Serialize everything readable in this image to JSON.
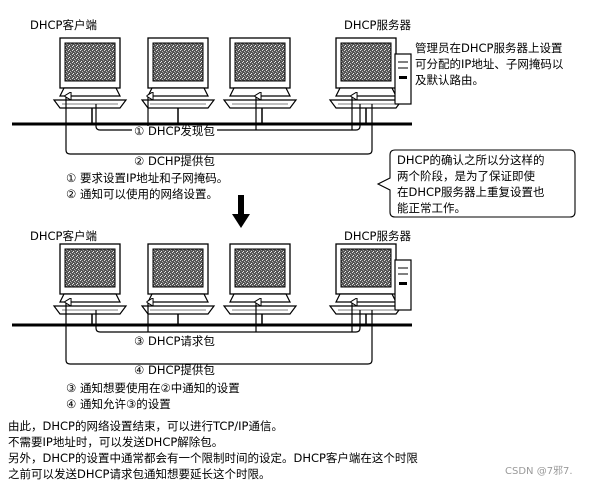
{
  "top": {
    "client_label": "DHCP客户端",
    "server_label": "DHCP服务器",
    "admin_note": [
      "管理员在DHCP服务器上设置",
      "可分配的IP地址、子网掩码以",
      "及默认路由。"
    ],
    "discover_label": "① DHCP发现包",
    "offer_label": "② DCHP提供包",
    "offer_notes": [
      "① 要求设置IP地址和子网掩码。",
      "② 通知可以使用的网络设置。"
    ],
    "callout": [
      "DHCP的确认之所以分这样的",
      "两个阶段，是为了保证即使",
      "在DHCP服务器上重复设置也",
      "能正常工作。"
    ]
  },
  "bottom": {
    "client_label": "DHCP客户端",
    "server_label": "DHCP服务器",
    "request_label": "③ DHCP请求包",
    "ack_label": "④ DHCP提供包",
    "ack_notes": [
      "③ 通知想要使用在②中通知的设置",
      "④ 通知允许③的设置"
    ]
  },
  "footer": [
    "由此，DHCP的网络设置结束，可以进行TCP/IP通信。",
    "不需要IP地址时，可以发送DHCP解除包。",
    "另外，DHCP的设置中通常都会有一个限制时间的设定。DHCP客户端在这个时限",
    "之前可以发送DHCP请求包通知想要延长这个时限。"
  ],
  "watermark": "CSDN @7邪7."
}
